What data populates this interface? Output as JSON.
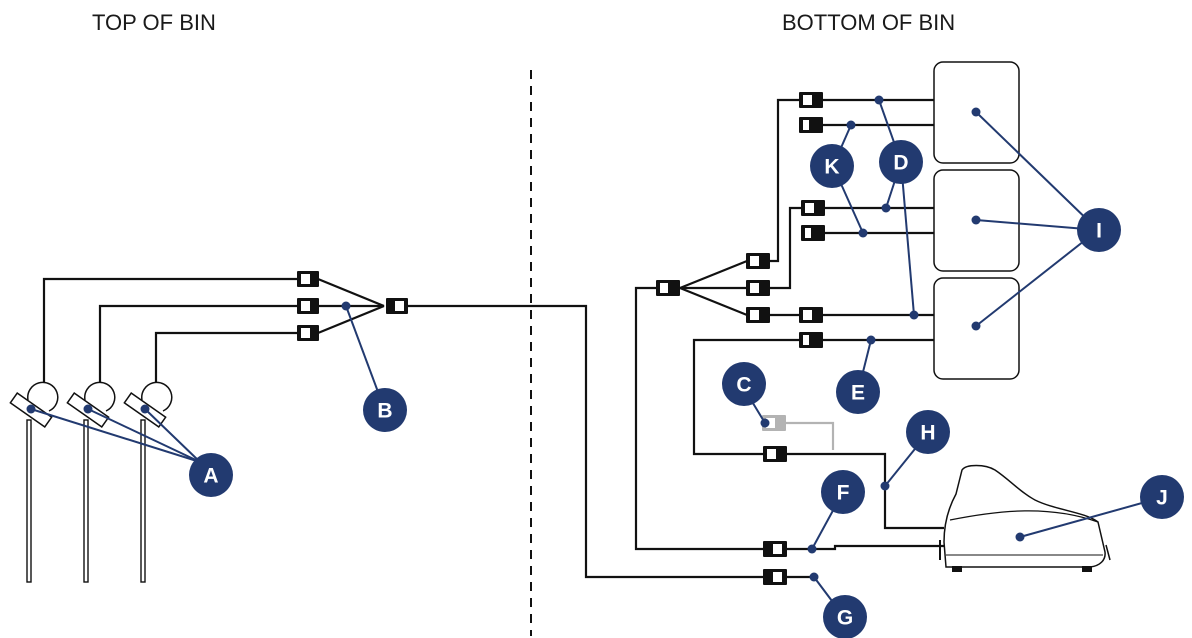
{
  "headings": {
    "top": "TOP OF BIN",
    "bottom": "BOTTOM OF BIN"
  },
  "badges": {
    "A": "A",
    "B": "B",
    "C": "C",
    "D": "D",
    "E": "E",
    "F": "F",
    "G": "G",
    "H": "H",
    "I": "I",
    "J": "J",
    "K": "K"
  },
  "colors": {
    "callout": "#223a70",
    "wire": "#111111",
    "wire_gray": "#b3b3b3"
  }
}
